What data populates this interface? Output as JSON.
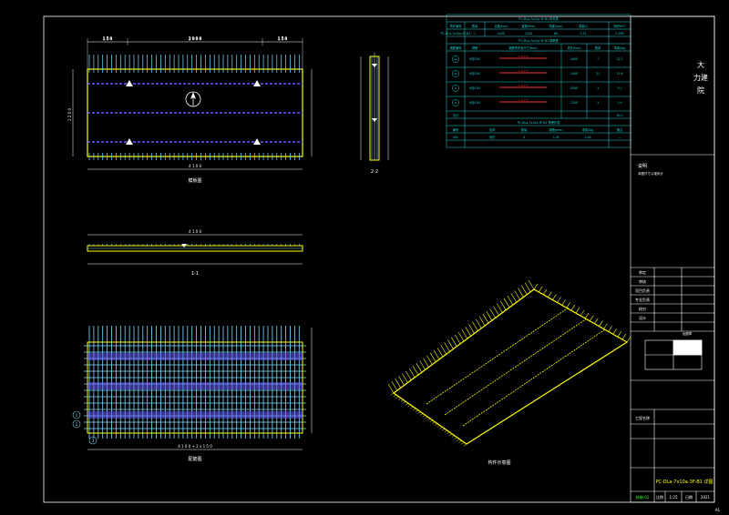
{
  "drawing": {
    "background": "#000000",
    "colors": {
      "frame": "#ffffff",
      "dim": "#ffffff",
      "concrete": "#ffff00",
      "rebar": "#7fdcff",
      "rebar_band": "#6a5cff",
      "table": "#19d5d5",
      "title_block": "#ffffff",
      "title_accent": "#ffff00",
      "red": "#ff3030",
      "green": "#32ff32"
    },
    "views": {
      "plan_label": "模板图",
      "rebar_label": "配筋图",
      "section_11_label": "1-1",
      "section_22_label": "2-2",
      "iso_label": "构件示意图",
      "plan_dims_top": [
        "1 5 0",
        "2 0 0 0",
        "1 5 0"
      ],
      "plan_dim_bottom": "4 1 0 0",
      "plan_dim_left": "1 2 0 0",
      "section_dim": "4 1 0 0",
      "rebar_dim_bottom": "4 1 0 0 + 2 x 1 5 0",
      "rebar_bubbles": [
        "1",
        "2",
        "3"
      ]
    },
    "table": {
      "title1": "PC-DLa-7x10a-3F-B1 构件表",
      "header1": [
        "构件编号",
        "数量",
        "长度(mm)",
        "宽度(mm)",
        "厚度(mm)",
        "重量(t)",
        "体积(m³)"
      ],
      "row1": [
        "PC-DLa-7x10a-3F-B1",
        "1",
        "4100",
        "1200",
        "60",
        "0.74",
        "0.295"
      ],
      "title2": "PC-DLa-7x10a-3F-B1 钢筋表",
      "header2": [
        "钢筋编号",
        "规格",
        "钢筋形状及尺寸(mm)",
        "总长(mm)",
        "数量",
        "重量(kg)"
      ],
      "rows2": [
        {
          "id": "1a",
          "spec": "8@200",
          "len": "4 3 0 0",
          "total": "4400",
          "count": "7",
          "weight": "12.2"
        },
        {
          "id": "1b",
          "spec": "8@200",
          "len": "2 0 0 0",
          "total": "1400",
          "count": "21",
          "weight": "11.6"
        },
        {
          "id": "2",
          "spec": "8@150",
          "len": "2 0 0 0",
          "total": "4300",
          "count": "3",
          "weight": "5.1"
        },
        {
          "id": "3",
          "spec": "8@150",
          "len": "1 2 0 0",
          "total": "1200",
          "count": "3",
          "weight": "1.4"
        }
      ],
      "total_label": "合计",
      "total_weight": "30.3",
      "title3": "PC-DLa-7x10a-3F-B1 预埋件表",
      "header3": [
        "编号",
        "名称",
        "数量",
        "规格(mm)",
        "重量(kg)",
        "备注"
      ],
      "row3": [
        "MJ1",
        "吊钉",
        "4",
        "1.3t",
        "0.16",
        "—"
      ]
    },
    "title_block": {
      "note_title": "说明",
      "note_text": "本图尺寸以毫米计",
      "vertical_title": [
        "大",
        "力建",
        "院"
      ],
      "project_label": "工程名称",
      "rows_left": [
        "审定",
        "审核",
        "项目负责",
        "专业负责",
        "校对",
        "设计"
      ],
      "seal_label": "出图章",
      "drawing_name": "PC-DLa-7x10a-3F-B1 详图",
      "bottom": [
        "结施-01",
        "比例",
        "1:25",
        "日期",
        "2021"
      ],
      "corner_mark": "A1"
    }
  }
}
